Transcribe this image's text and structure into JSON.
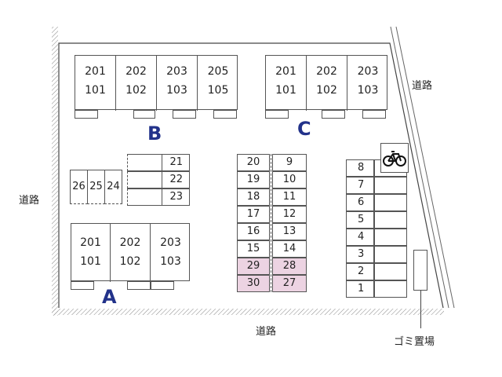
{
  "roads": {
    "top_right": "道路",
    "left": "道路",
    "bottom": "道路"
  },
  "garbage_label": "ゴミ置場",
  "buildings": {
    "B": {
      "letter": "B",
      "units": [
        [
          "201",
          "101"
        ],
        [
          "202",
          "102"
        ],
        [
          "203",
          "103"
        ],
        [
          "205",
          "105"
        ]
      ]
    },
    "C": {
      "letter": "C",
      "units": [
        [
          "201",
          "101"
        ],
        [
          "202",
          "102"
        ],
        [
          "203",
          "103"
        ]
      ]
    },
    "A": {
      "letter": "A",
      "units": [
        [
          "201",
          "101"
        ],
        [
          "202",
          "102"
        ],
        [
          "203",
          "103"
        ]
      ]
    }
  },
  "parking_small": [
    "26",
    "25",
    "24"
  ],
  "parking_b": [
    "21",
    "22",
    "23"
  ],
  "parking_center_left": [
    "20",
    "19",
    "18",
    "17",
    "16",
    "15",
    "29",
    "30"
  ],
  "parking_center_right": [
    "9",
    "10",
    "11",
    "12",
    "13",
    "14",
    "28",
    "27"
  ],
  "parking_right": [
    "8",
    "7",
    "6",
    "5",
    "4",
    "3",
    "2",
    "1"
  ],
  "colors": {
    "accent_letters": "#22328a",
    "highlight_spaces": "#ecd3e2"
  },
  "icons": {
    "bicycle": "bicycle-icon"
  }
}
